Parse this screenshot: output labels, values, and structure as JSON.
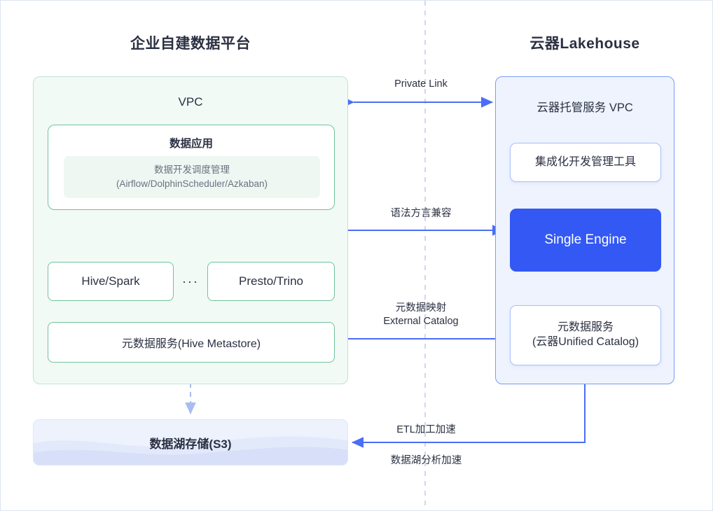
{
  "columns": {
    "left_title": "企业自建数据平台",
    "right_title": "云器Lakehouse"
  },
  "left_panel": {
    "label": "VPC",
    "app_card": {
      "title": "数据应用",
      "scheduler_line1": "数据开发调度管理",
      "scheduler_line2": "(Airflow/DolphinScheduler/Azkaban)"
    },
    "engines": {
      "hive": "Hive/Spark",
      "ellipsis": "···",
      "presto": "Presto/Trino"
    },
    "metastore": "元数据服务(Hive Metastore)"
  },
  "lake_storage": {
    "label": "数据湖存储(S3)"
  },
  "right_panel": {
    "label": "云器托管服务 VPC",
    "tool_card": "集成化开发管理工具",
    "single_engine": "Single Engine",
    "unified_catalog_line1": "元数据服务",
    "unified_catalog_line2": "(云器Unified Catalog)"
  },
  "connectors": {
    "private_link": "Private Link",
    "syntax_compat": "语法方言兼容",
    "metadata_mapping_line1": "元数据映射",
    "metadata_mapping_line2": "External Catalog",
    "etl_acceleration": "ETL加工加速",
    "lake_analysis_acceleration": "数据湖分析加速"
  },
  "colors": {
    "accent_blue": "#3358f4",
    "wire_blue": "#4a6ef5",
    "dashed_blue": "#a8bdf0",
    "green_border": "#6ec49b",
    "green_panel_fill": "#f2faf6",
    "blue_panel_fill": "#eef3fe",
    "text_dark": "#2b3042",
    "text_muted": "#6b7280",
    "divider": "#cdd9ee"
  }
}
